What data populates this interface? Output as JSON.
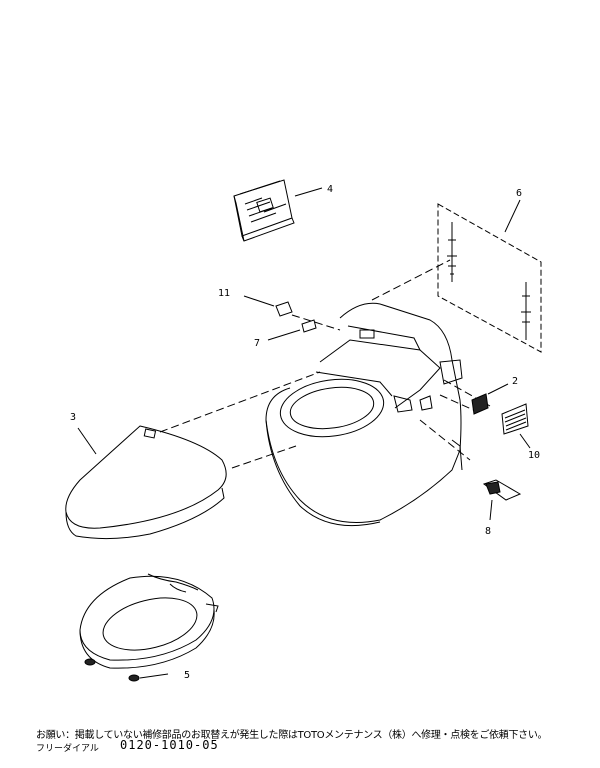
{
  "labels": {
    "p2": "2",
    "p3": "3",
    "p4": "4",
    "p5": "5",
    "p6": "6",
    "p7": "7",
    "p8": "8",
    "p10": "10",
    "p11": "11"
  },
  "footer": {
    "notice": "お願い：掲載していない補修部品のお取替えが発生した際はTOTOメンテナンス（株）へ修理・点検をご依頼下さい。",
    "freedial_label": "フリーダイアル",
    "phone": "0120-1010-05"
  }
}
